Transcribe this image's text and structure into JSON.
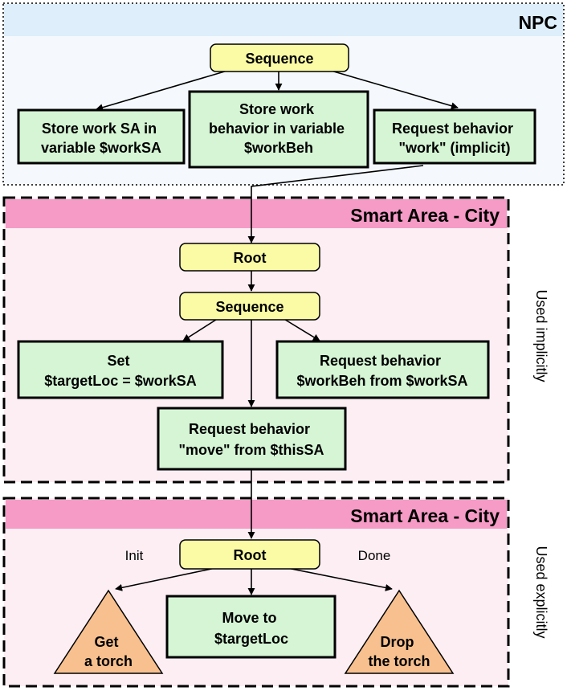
{
  "npc": {
    "title": "NPC",
    "sequence": "Sequence",
    "store_sa": [
      "Store work SA in",
      "variable $workSA"
    ],
    "store_beh": [
      "Store work",
      "behavior in variable",
      "$workBeh"
    ],
    "request_work": [
      "Request behavior",
      "\"work\" (implicit)"
    ]
  },
  "city1": {
    "title": "Smart Area - City",
    "side_label": "Used implicitly",
    "root": "Root",
    "sequence": "Sequence",
    "set_target": [
      "Set",
      "$targetLoc =  $workSA"
    ],
    "request_workbeh": [
      "Request behavior",
      "$workBeh from $workSA"
    ],
    "request_move": [
      "Request behavior",
      "\"move\" from $thisSA"
    ]
  },
  "city2": {
    "title": "Smart Area - City",
    "side_label": "Used explicitly",
    "root": "Root",
    "init_label": "Init",
    "done_label": "Done",
    "get_torch": [
      "Get",
      "a torch"
    ],
    "move_to": [
      "Move to",
      "$targetLoc"
    ],
    "drop_torch": [
      "Drop",
      "the torch"
    ]
  },
  "colors": {
    "npc_header": "#deeefa",
    "npc_body": "#f5f9fd",
    "area_header": "#f59bc6",
    "area_body": "#fdeef4",
    "action_fill": "#d5f5d5",
    "composite_fill": "#fbfba6",
    "triangle_fill": "#f7c08e"
  }
}
